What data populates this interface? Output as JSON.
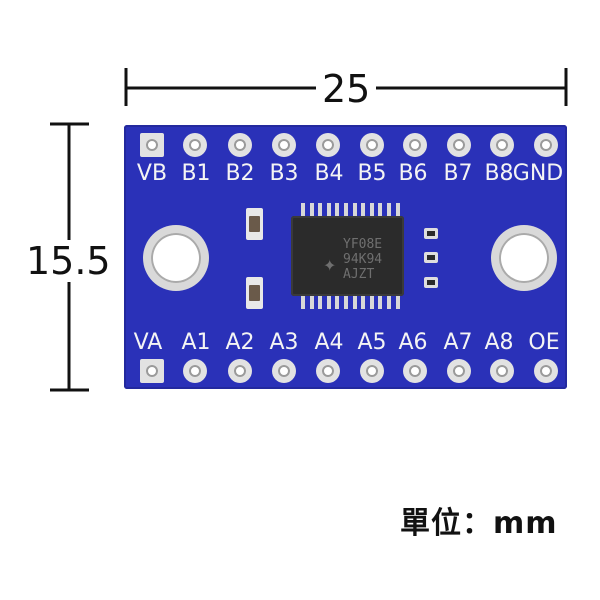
{
  "dimensions": {
    "width_label": "25",
    "height_label": "15.5"
  },
  "unit_label": "單位：mm",
  "board": {
    "color": "#2a31b8",
    "top_pins": [
      "VB",
      "B1",
      "B2",
      "B3",
      "B4",
      "B5",
      "B6",
      "B7",
      "B8",
      "GND"
    ],
    "bottom_pins": [
      "VA",
      "A1",
      "A2",
      "A3",
      "A4",
      "A5",
      "A6",
      "A7",
      "A8",
      "OE"
    ],
    "chip_markings": [
      "YF08E",
      "94K94",
      "AJZT"
    ]
  }
}
